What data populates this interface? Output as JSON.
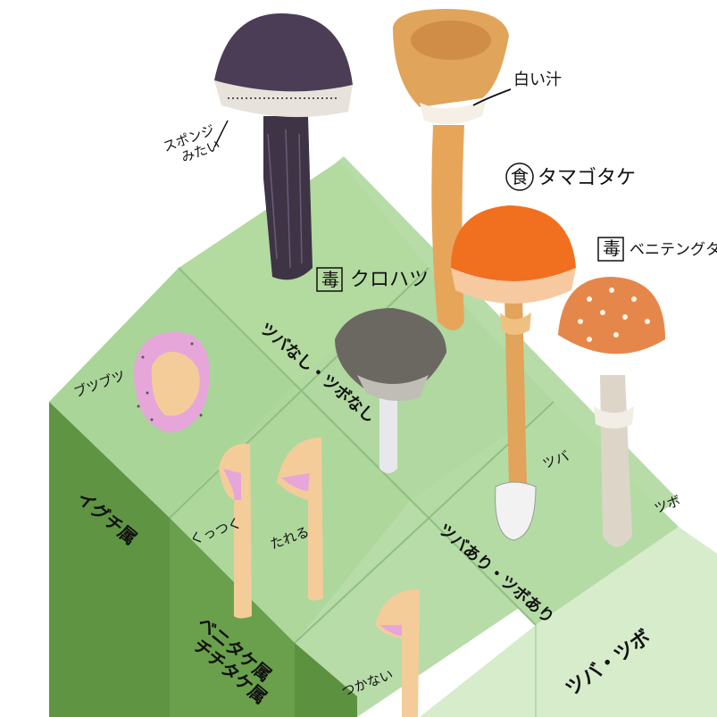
{
  "labels": {
    "sponge": "スポンジ\nみたい",
    "white_juice": "白い汁",
    "tamagotake": "タマゴタケ",
    "benitengutake": "ベニテングタケ",
    "kurohatsu": "クロハツ",
    "butsubutsu": "ブツブツ",
    "tsuba": "ツバ",
    "tsubo": "ツボ",
    "kukkuku": "くっつく",
    "tareru": "たれる",
    "tsukanai": "つかない"
  },
  "icons": {
    "edible": "食",
    "poison": "毒"
  },
  "cells": {
    "no_ring_no_volva": "ツバなし・ツボなし",
    "ring_and_volva": "ツバあり・ツボあり"
  },
  "sides": {
    "boletus": "イグチ属",
    "russula": "ベニタケ属\nチチタケ属",
    "tsuba_tsubo": "ツバ・ツボ"
  },
  "colors": {
    "top_green": "#a8d49a",
    "side_left": "#5f9443",
    "side_right": "#cfe9c3",
    "cap_purple": "#4a3d55",
    "cap_orange": "#f07020",
    "cap_red": "#e07a3a"
  }
}
